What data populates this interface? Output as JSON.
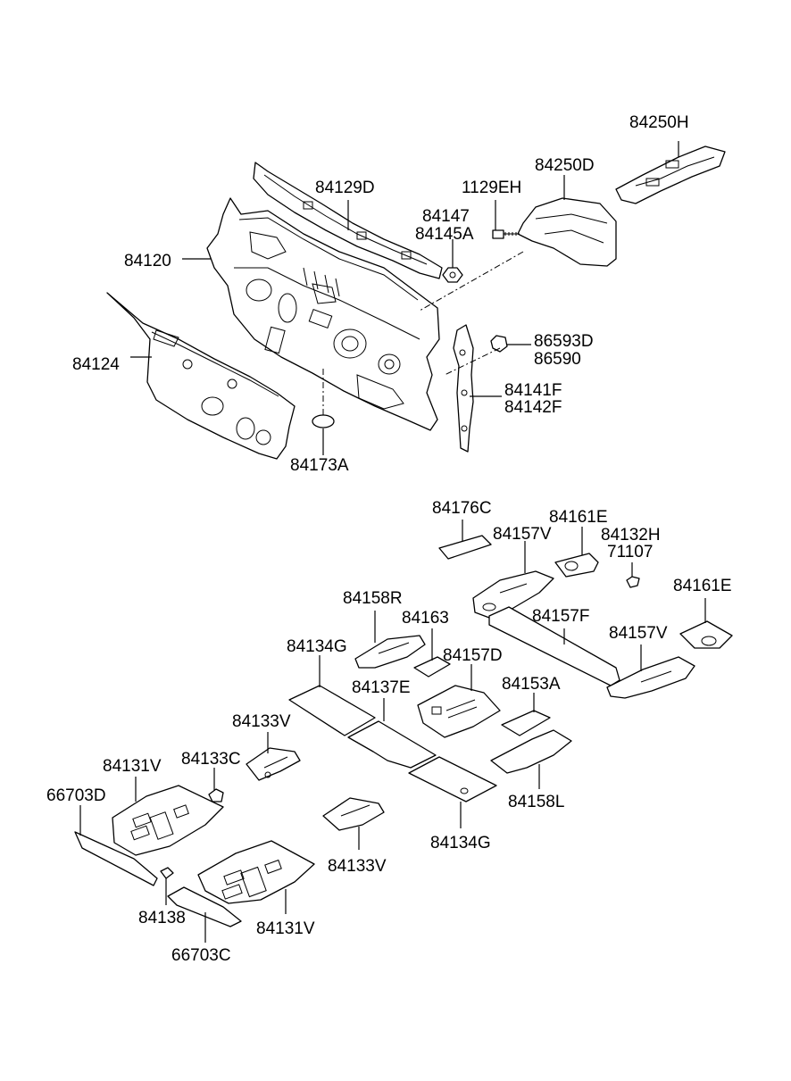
{
  "labels": {
    "p84250H": "84250H",
    "p84250D": "84250D",
    "p84129D": "84129D",
    "p1129EH": "1129EH",
    "p84147": "84147",
    "p84145A": "84145A",
    "p84120": "84120",
    "p84124": "84124",
    "p86593D": "86593D",
    "p86590": "86590",
    "p84141F": "84141F",
    "p84142F": "84142F",
    "p84173A": "84173A",
    "p84176C": "84176C",
    "p84161E_a": "84161E",
    "p84157V_a": "84157V",
    "p84132H": "84132H",
    "p71107": "71107",
    "p84161E_b": "84161E",
    "p84158R": "84158R",
    "p84163": "84163",
    "p84157F": "84157F",
    "p84134G_a": "84134G",
    "p84157D": "84157D",
    "p84157V_b": "84157V",
    "p84137E": "84137E",
    "p84153A": "84153A",
    "p84133V_a": "84133V",
    "p84131V_a": "84131V",
    "p84133C": "84133C",
    "p66703D": "66703D",
    "p84158L": "84158L",
    "p84134G_b": "84134G",
    "p84133V_b": "84133V",
    "p84138": "84138",
    "p84131V_b": "84131V",
    "p66703C": "66703C"
  }
}
